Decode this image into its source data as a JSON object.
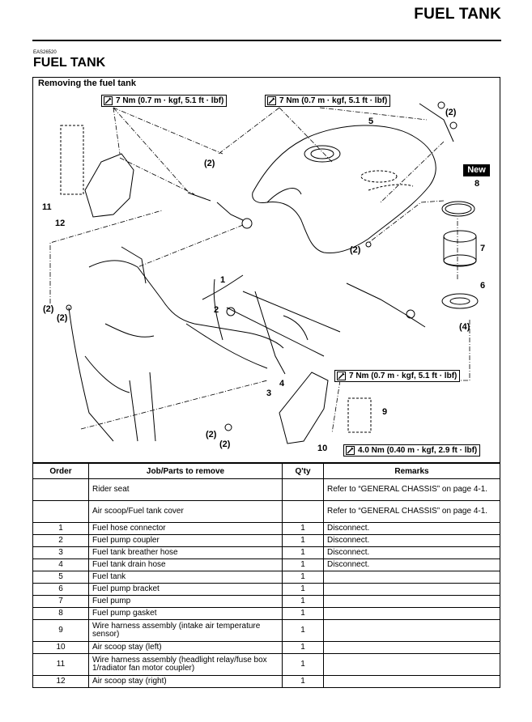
{
  "header": {
    "title": "FUEL TANK"
  },
  "section": {
    "code": "EAS26520",
    "title": "FUEL TANK"
  },
  "figure": {
    "title": "Removing the fuel tank",
    "new_badge": "New",
    "torque_specs": [
      "7 Nm (0.7 m · kgf, 5.1 ft · lbf)",
      "7 Nm (0.7 m · kgf, 5.1 ft · lbf)",
      "7 Nm (0.7 m · kgf, 5.1 ft · lbf)",
      "4.0 Nm (0.40 m · kgf, 2.9 ft · lbf)"
    ],
    "callouts": [
      "1",
      "2",
      "3",
      "4",
      "5",
      "6",
      "7",
      "8",
      "9",
      "10",
      "11",
      "12",
      "(2)",
      "(2)",
      "(2)",
      "(2)",
      "(2)",
      "(2)",
      "(2)",
      "(4)"
    ]
  },
  "table": {
    "headers": [
      "Order",
      "Job/Parts to remove",
      "Q'ty",
      "Remarks"
    ],
    "rows": [
      {
        "order": "",
        "job": "Rider seat",
        "qty": "",
        "remarks": "Refer to “GENERAL CHASSIS” on page 4-1."
      },
      {
        "order": "",
        "job": "Air scoop/Fuel tank cover",
        "qty": "",
        "remarks": "Refer to “GENERAL CHASSIS” on page 4-1."
      },
      {
        "order": "1",
        "job": "Fuel hose connector",
        "qty": "1",
        "remarks": "Disconnect."
      },
      {
        "order": "2",
        "job": "Fuel pump coupler",
        "qty": "1",
        "remarks": "Disconnect."
      },
      {
        "order": "3",
        "job": "Fuel tank breather hose",
        "qty": "1",
        "remarks": "Disconnect."
      },
      {
        "order": "4",
        "job": "Fuel tank drain hose",
        "qty": "1",
        "remarks": "Disconnect."
      },
      {
        "order": "5",
        "job": "Fuel tank",
        "qty": "1",
        "remarks": ""
      },
      {
        "order": "6",
        "job": "Fuel pump bracket",
        "qty": "1",
        "remarks": ""
      },
      {
        "order": "7",
        "job": "Fuel pump",
        "qty": "1",
        "remarks": ""
      },
      {
        "order": "8",
        "job": "Fuel pump gasket",
        "qty": "1",
        "remarks": ""
      },
      {
        "order": "9",
        "job": "Wire harness assembly (intake air temperature sensor)",
        "qty": "1",
        "remarks": ""
      },
      {
        "order": "10",
        "job": "Air scoop stay (left)",
        "qty": "1",
        "remarks": ""
      },
      {
        "order": "11",
        "job": "Wire harness assembly (headlight relay/fuse box 1/radiator fan motor coupler)",
        "qty": "1",
        "remarks": ""
      },
      {
        "order": "12",
        "job": "Air scoop stay (right)",
        "qty": "1",
        "remarks": ""
      }
    ]
  }
}
